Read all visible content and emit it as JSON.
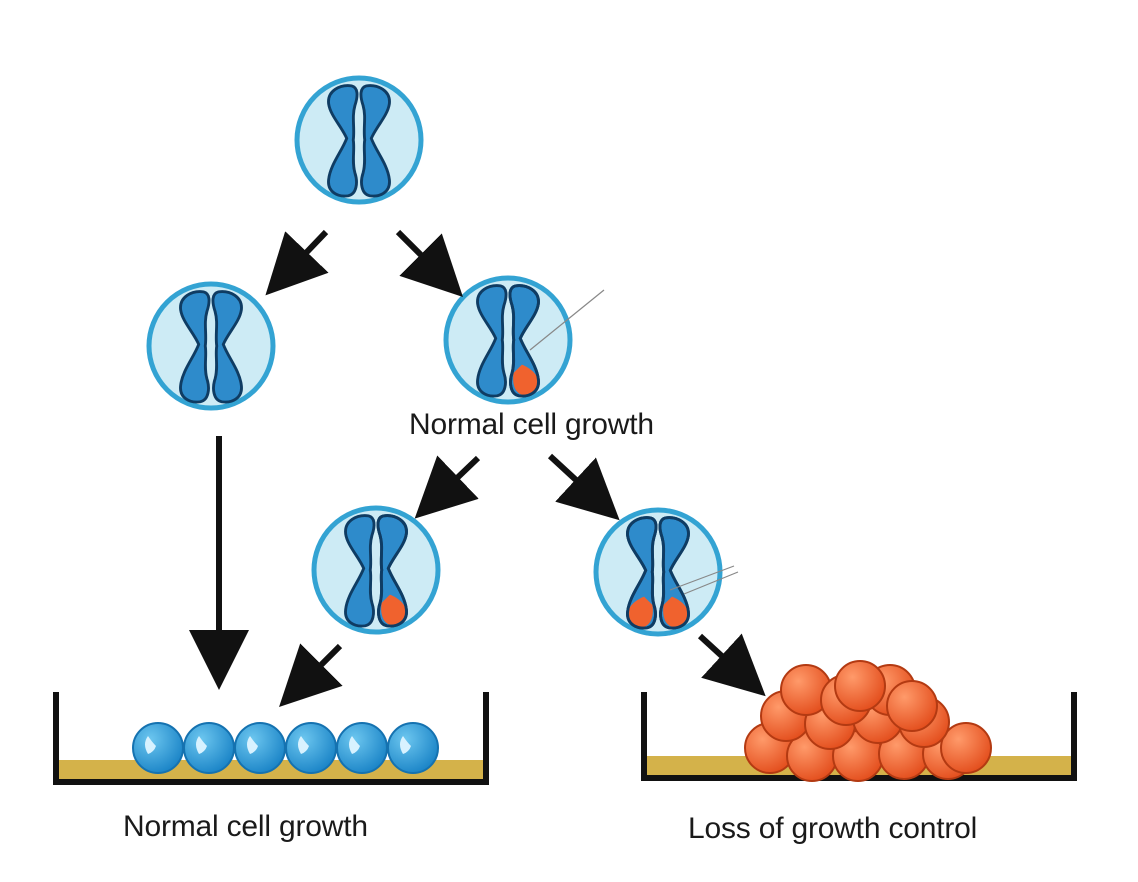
{
  "labels": {
    "mutation_step": "Normal cell growth",
    "normal_outcome": "Normal cell growth",
    "tumor_outcome": "Loss of growth control"
  },
  "colors": {
    "cell_fill": "#cdebf5",
    "cell_ring": "#33a3d3",
    "chromosome_blue": "#2e8bcb",
    "chromosome_outline": "#0f3c63",
    "mutation": "#f0622e",
    "tumor_cell": "#f26434",
    "normal_cell": "#3aa7df",
    "medium": "#d4b24a",
    "arrow": "#111111"
  },
  "cells": [
    {
      "id": "parent",
      "mutations": 0
    },
    {
      "id": "daughter-normal",
      "mutations": 0
    },
    {
      "id": "daughter-mutated",
      "mutations": 1
    },
    {
      "id": "grandchild-one-mutation",
      "mutations": 1
    },
    {
      "id": "grandchild-two-mutations",
      "mutations": 2
    }
  ],
  "dishes": [
    {
      "id": "normal-dish",
      "cell_count": 6
    },
    {
      "id": "tumor-dish",
      "cell_count": 15
    }
  ]
}
